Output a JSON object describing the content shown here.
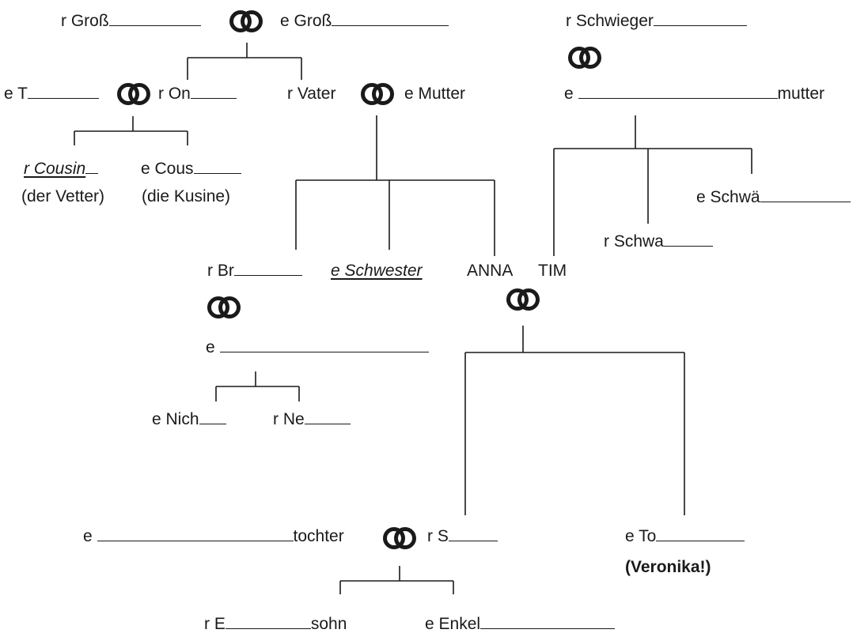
{
  "labels": {
    "grandfather_prefix": "r Groß",
    "grandmother_prefix": "e Groß",
    "father_in_law_prefix": "r Schwieger",
    "aunt_prefix": "e T",
    "uncle_prefix": "r On",
    "father": "r Vater",
    "mother": "e Mutter",
    "mother_in_law_prefix": "e",
    "mother_in_law_suffix": "mutter",
    "cousin_male": "r Cousin",
    "cousin_female_prefix": "e Cous",
    "cousin_male_alt": "(der Vetter)",
    "cousin_female_alt": "(die Kusine)",
    "sister_in_law_prefix": "e Schwä",
    "brother_in_law_prefix": "r Schwa",
    "brother_prefix": "r Br",
    "sister": "e Schwester",
    "anna": "ANNA",
    "tim": "TIM",
    "brother_wife_prefix": "e",
    "niece_prefix": "e Nich",
    "nephew_prefix": "r Ne",
    "daughter_in_law_prefix": "e",
    "daughter_in_law_suffix": "tochter",
    "son_prefix": "r S",
    "daughter_prefix": "e To",
    "daughter_name": "(Veronika!)",
    "grandson_prefix": "r E",
    "grandson_suffix": "sohn",
    "granddaughter_prefix": "e Enkel"
  },
  "colors": {
    "ink": "#1a1a1a",
    "background": "#ffffff"
  },
  "icons": {
    "marriage": "wedding-rings-icon"
  }
}
